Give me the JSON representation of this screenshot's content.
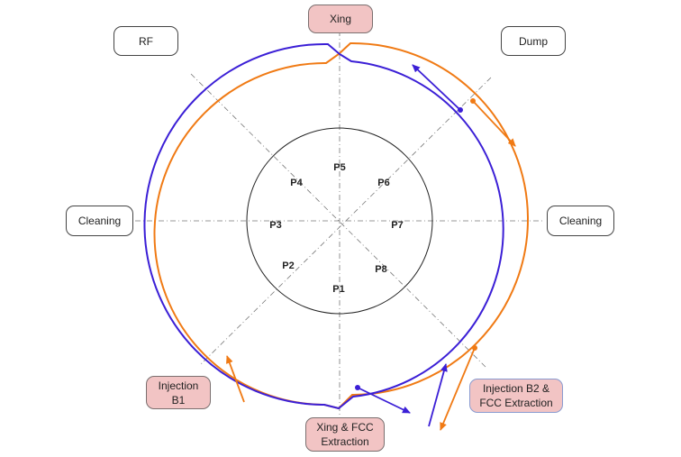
{
  "colors": {
    "beam1": "#3b1fd6",
    "beam2": "#f07a14",
    "highlight_fill": "#f2c4c4",
    "box_border": "#444444",
    "guide": "#777777"
  },
  "labels": {
    "xing_top": "Xing",
    "rf": "RF",
    "dump": "Dump",
    "cleaning_left": "Cleaning",
    "cleaning_right": "Cleaning",
    "injection_b1_line1": "Injection",
    "injection_b1_line2": "B1",
    "injection_b2_line1": "Injection B2 &",
    "injection_b2_line2": "FCC Extraction",
    "xing_bottom_line1": "Xing & FCC",
    "xing_bottom_line2": "Extraction"
  },
  "points": {
    "p1": "P1",
    "p2": "P2",
    "p3": "P3",
    "p4": "P4",
    "p5": "P5",
    "p6": "P6",
    "p7": "P7",
    "p8": "P8"
  }
}
